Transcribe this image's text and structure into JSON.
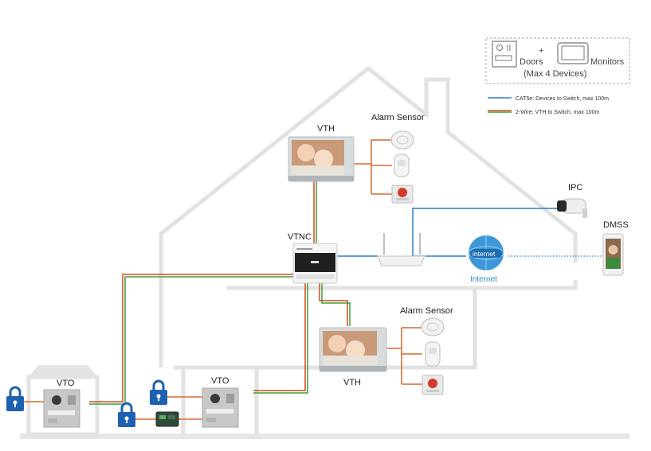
{
  "legend": {
    "plus": "+",
    "doors": "Doors",
    "monitors": "Monitors",
    "max_devices": "(Max 4 Devices)",
    "cat5e": "CAT5e: Devices to Switch, max 100m",
    "two_wire": "2-Wire: VTH to Switch, max 100m"
  },
  "labels": {
    "vth_top": "VTH",
    "vth_bottom": "VTH",
    "alarm_top": "Alarm Sensor",
    "alarm_bottom": "Alarm Sensor",
    "vtnc": "VTNC",
    "ipc": "IPC",
    "dmss": "DMSS",
    "internet": "Internet",
    "internet_globe": "internet",
    "vto_left": "VTO",
    "vto_right": "VTO"
  },
  "colors": {
    "house_outline": "#e2e2e2",
    "cat5e": "#2a7fc0",
    "wire_red": "#d9471b",
    "wire_green": "#3aa13a",
    "orange_link": "#d9682b",
    "lock": "#1d62b0"
  }
}
